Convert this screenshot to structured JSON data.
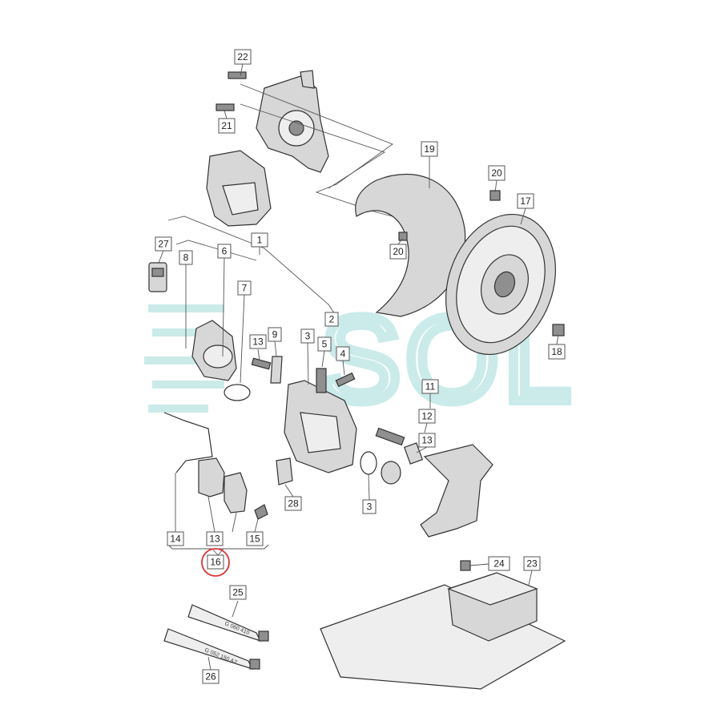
{
  "watermark": "SOL",
  "colors": {
    "highlight_circle": "#e03030",
    "watermark": "#7fd0cc",
    "line": "#555555"
  },
  "callouts": {
    "c1": "1",
    "c2": "2",
    "c3a": "3",
    "c3b": "3",
    "c4": "4",
    "c5": "5",
    "c6": "6",
    "c7": "7",
    "c8": "8",
    "c9": "9",
    "c11": "11",
    "c12": "12",
    "c13a": "13",
    "c13b": "13",
    "c13c": "13",
    "c14": "14",
    "c15": "15",
    "c16": "16",
    "c17": "17",
    "c18": "18",
    "c19": "19",
    "c20a": "20",
    "c20b": "20",
    "c21": "21",
    "c22": "22",
    "c23": "23",
    "c24": "24",
    "c25": "25",
    "c26": "26",
    "c27": "27",
    "c28": "28"
  },
  "tube_labels": {
    "tube25": "G 060 410",
    "tube26": "G 052 150 A2"
  }
}
